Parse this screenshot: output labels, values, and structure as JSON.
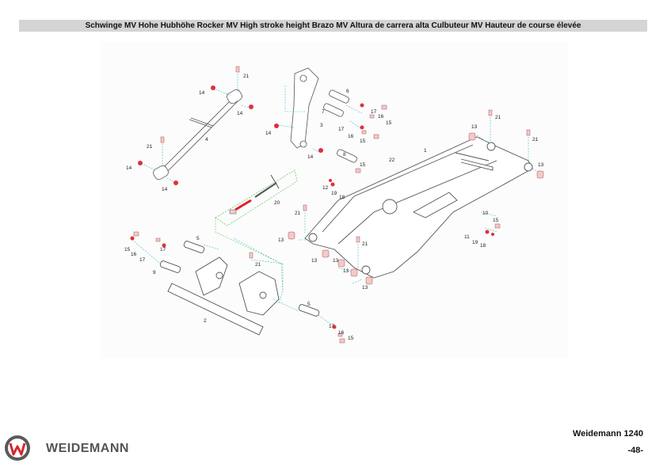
{
  "header": {
    "title": "Schwinge MV Hohe Hubhöhe Rocker MV High stroke height Brazo MV Altura de carrera alta Culbuteur MV Hauteur de course élevée"
  },
  "diagram": {
    "part_labels": [
      "1",
      "2",
      "3",
      "4",
      "5",
      "5",
      "6",
      "7",
      "8",
      "9",
      "10",
      "11",
      "12",
      "13",
      "13",
      "13",
      "13",
      "13",
      "13",
      "13",
      "14",
      "14",
      "14",
      "14",
      "14",
      "14",
      "15",
      "15",
      "15",
      "15",
      "15",
      "15",
      "16",
      "16",
      "16",
      "16",
      "17",
      "17",
      "17",
      "17",
      "17",
      "18",
      "18",
      "19",
      "19",
      "20",
      "21",
      "21",
      "21",
      "21",
      "21",
      "21",
      "21",
      "22"
    ],
    "colors": {
      "part_outline": "#555555",
      "leader_line": "#3fb8c8",
      "seal_red": "#e0303a",
      "spring_red": "#e0202a",
      "bushing_pink": "#f3c9c9",
      "assembly_green": "#5cc25c"
    }
  },
  "footer": {
    "model": "Weidemann 1240",
    "page": "-48-",
    "brand": "WEIDEMANN"
  }
}
